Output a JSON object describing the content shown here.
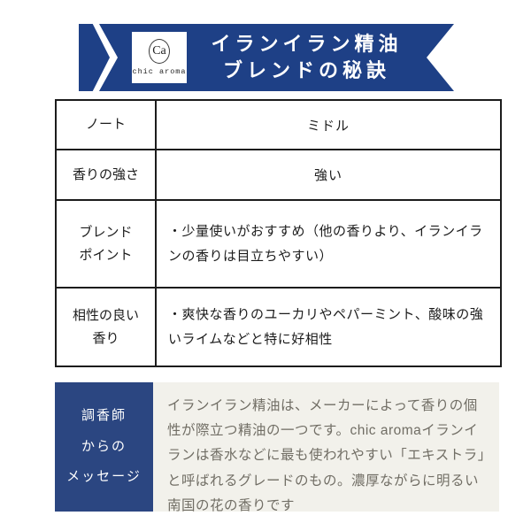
{
  "header": {
    "logo": {
      "monogram": "Ca",
      "name": "chic aroma"
    },
    "title_line1": "イランイラン精油",
    "title_line2": "ブレンドの秘訣"
  },
  "table": {
    "rows": [
      {
        "label": "ノート",
        "value": "ミドル"
      },
      {
        "label": "香りの強さ",
        "value": "強い"
      },
      {
        "label": "ブレンド\nポイント",
        "value": "・少量使いがおすすめ（他の香りより、イランイランの香りは目立ちやすい）"
      },
      {
        "label": "相性の良い\n香り",
        "value": "・爽快な香りのユーカリやペパーミント、酸味の強いライムなどと特に好相性"
      }
    ]
  },
  "message": {
    "label_lines": [
      "調香師",
      "からの",
      "メッセージ"
    ],
    "body": "イランイラン精油は、メーカーによって香りの個性が際立つ精油の一つです。chic aromaイランイランは香水などに最も使われやすい「エキストラ」と呼ばれるグレードのもの。濃厚ながらに明るい南国の花の香りです"
  },
  "colors": {
    "banner_blue": "#1e4086",
    "message_box_blue": "#2b4681",
    "message_panel_beige": "#f2f1eb",
    "table_border": "#1c1c1c",
    "message_text_gray": "#716e65"
  }
}
